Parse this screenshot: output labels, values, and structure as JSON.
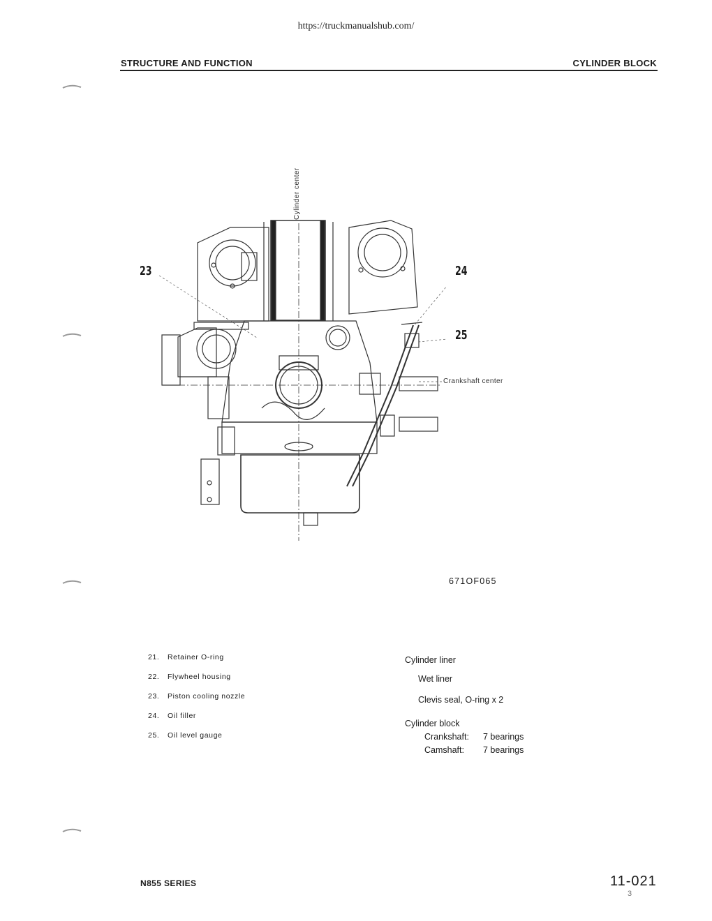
{
  "site_url": "https://truckmanualshub.com/",
  "header": {
    "left": "STRUCTURE AND FUNCTION",
    "right": "CYLINDER BLOCK"
  },
  "diagram": {
    "callouts": [
      "23",
      "24",
      "25"
    ],
    "labels": {
      "cylinder_center": "Cylinder center",
      "crankshaft_center": "Crankshaft center"
    },
    "figure_code": "671OF065"
  },
  "parts": [
    {
      "num": "21.",
      "name": "Retainer O-ring"
    },
    {
      "num": "22.",
      "name": "Flywheel housing"
    },
    {
      "num": "23.",
      "name": "Piston cooling nozzle"
    },
    {
      "num": "24.",
      "name": "Oil filler"
    },
    {
      "num": "25.",
      "name": "Oil level gauge"
    }
  ],
  "specs": {
    "liner_heading": "Cylinder liner",
    "liner_type": "Wet liner",
    "liner_seal": "Clevis seal, O-ring x 2",
    "block_heading": "Cylinder block",
    "crankshaft_label": "Crankshaft:",
    "crankshaft_value": "7 bearings",
    "camshaft_label": "Camshaft:",
    "camshaft_value": "7 bearings"
  },
  "footer": {
    "series": "N855 SERIES",
    "page": "11-021",
    "revision": "3"
  }
}
